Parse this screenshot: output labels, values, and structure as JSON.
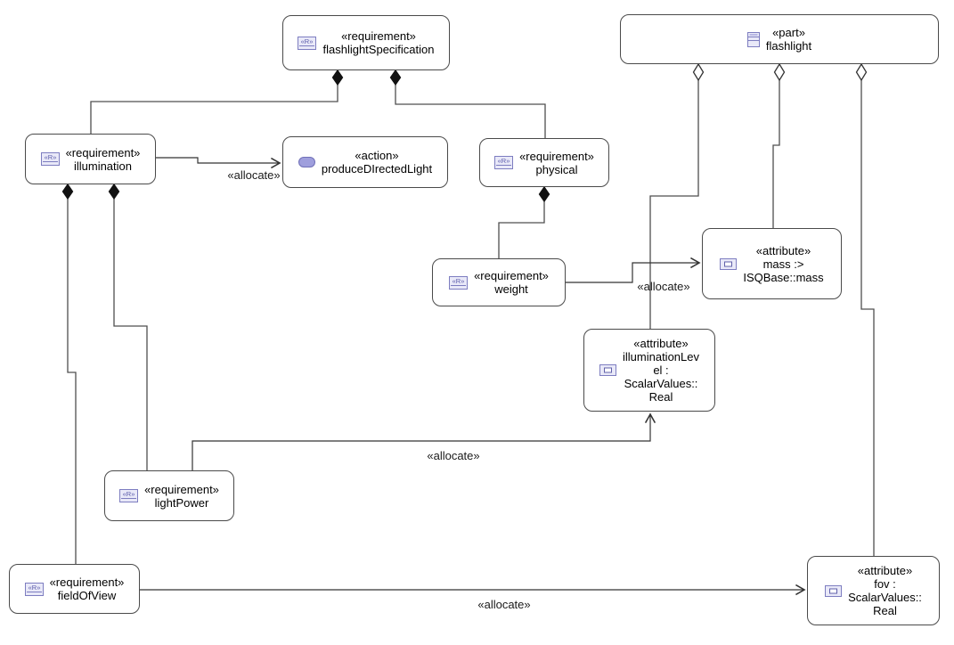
{
  "diagram": {
    "kind": "sysml-allocation-diagram",
    "nodes": {
      "flashlightSpecification": {
        "stereotype": "«requirement»",
        "name": "flashlightSpecification"
      },
      "flashlight": {
        "stereotype": "«part»",
        "name": "flashlight"
      },
      "illumination": {
        "stereotype": "«requirement»",
        "name": "illumination"
      },
      "produceDIrectedLight": {
        "stereotype": "«action»",
        "name": "produceDIrectedLight"
      },
      "physical": {
        "stereotype": "«requirement»",
        "name": "physical"
      },
      "weight": {
        "stereotype": "«requirement»",
        "name": "weight"
      },
      "mass": {
        "stereotype": "«attribute»",
        "name": "mass :>\nISQBase::mass"
      },
      "illuminationLevel": {
        "stereotype": "«attribute»",
        "name": "illuminationLev\nel :\nScalarValues::\nReal"
      },
      "lightPower": {
        "stereotype": "«requirement»",
        "name": "lightPower"
      },
      "fieldOfView": {
        "stereotype": "«requirement»",
        "name": "fieldOfView"
      },
      "fov": {
        "stereotype": "«attribute»",
        "name": "fov :\nScalarValues::\nReal"
      }
    },
    "edges": {
      "illumination_to_produceDIrectedLight": {
        "label": "«allocate»"
      },
      "weight_to_mass": {
        "label": "«allocate»"
      },
      "lightPower_to_illuminationLevel": {
        "label": "«allocate»"
      },
      "fieldOfView_to_fov": {
        "label": "«allocate»"
      }
    },
    "colors": {
      "node_border": "#4a4a4a",
      "edge_line": "#4f4f4f",
      "icon_fill": "#e9e9f8",
      "icon_border": "#7d7dc0",
      "action_icon_fill": "#9f9fdd",
      "background": "#ffffff"
    }
  }
}
